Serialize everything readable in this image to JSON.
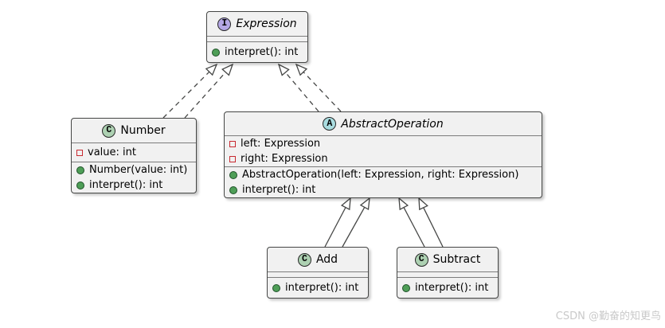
{
  "watermark": "CSDN @勤奋的知更鸟",
  "classes": {
    "expression": {
      "kind": "interface",
      "kind_letter": "I",
      "name": "Expression",
      "fields": [],
      "methods": [
        "interpret(): int"
      ]
    },
    "number": {
      "kind": "class",
      "kind_letter": "C",
      "name": "Number",
      "fields": [
        "value: int"
      ],
      "methods": [
        "Number(value: int)",
        "interpret(): int"
      ]
    },
    "abstractOperation": {
      "kind": "abstract",
      "kind_letter": "A",
      "name": "AbstractOperation",
      "fields": [
        "left: Expression",
        "right: Expression"
      ],
      "methods": [
        "AbstractOperation(left: Expression, right: Expression)",
        "interpret(): int"
      ]
    },
    "add": {
      "kind": "class",
      "kind_letter": "C",
      "name": "Add",
      "fields": [],
      "methods": [
        "interpret(): int"
      ]
    },
    "subtract": {
      "kind": "class",
      "kind_letter": "C",
      "name": "Subtract",
      "fields": [],
      "methods": [
        "interpret(): int"
      ]
    }
  },
  "relationships": [
    {
      "from": "Number",
      "to": "Expression",
      "type": "realization"
    },
    {
      "from": "Number",
      "to": "Expression",
      "type": "realization"
    },
    {
      "from": "AbstractOperation",
      "to": "Expression",
      "type": "realization"
    },
    {
      "from": "AbstractOperation",
      "to": "Expression",
      "type": "realization"
    },
    {
      "from": "Add",
      "to": "AbstractOperation",
      "type": "generalization"
    },
    {
      "from": "Add",
      "to": "AbstractOperation",
      "type": "generalization"
    },
    {
      "from": "Subtract",
      "to": "AbstractOperation",
      "type": "generalization"
    },
    {
      "from": "Subtract",
      "to": "AbstractOperation",
      "type": "generalization"
    }
  ],
  "colors": {
    "interface_circle": "#B4A7E5",
    "class_circle": "#ADD1B2",
    "abstract_circle": "#A9DCDF",
    "private_field_icon": "#C82930",
    "public_method_icon": "#4E9E57",
    "box_fill": "#F1F1F1",
    "border": "#454645",
    "watermark": "#C9C9C9"
  }
}
